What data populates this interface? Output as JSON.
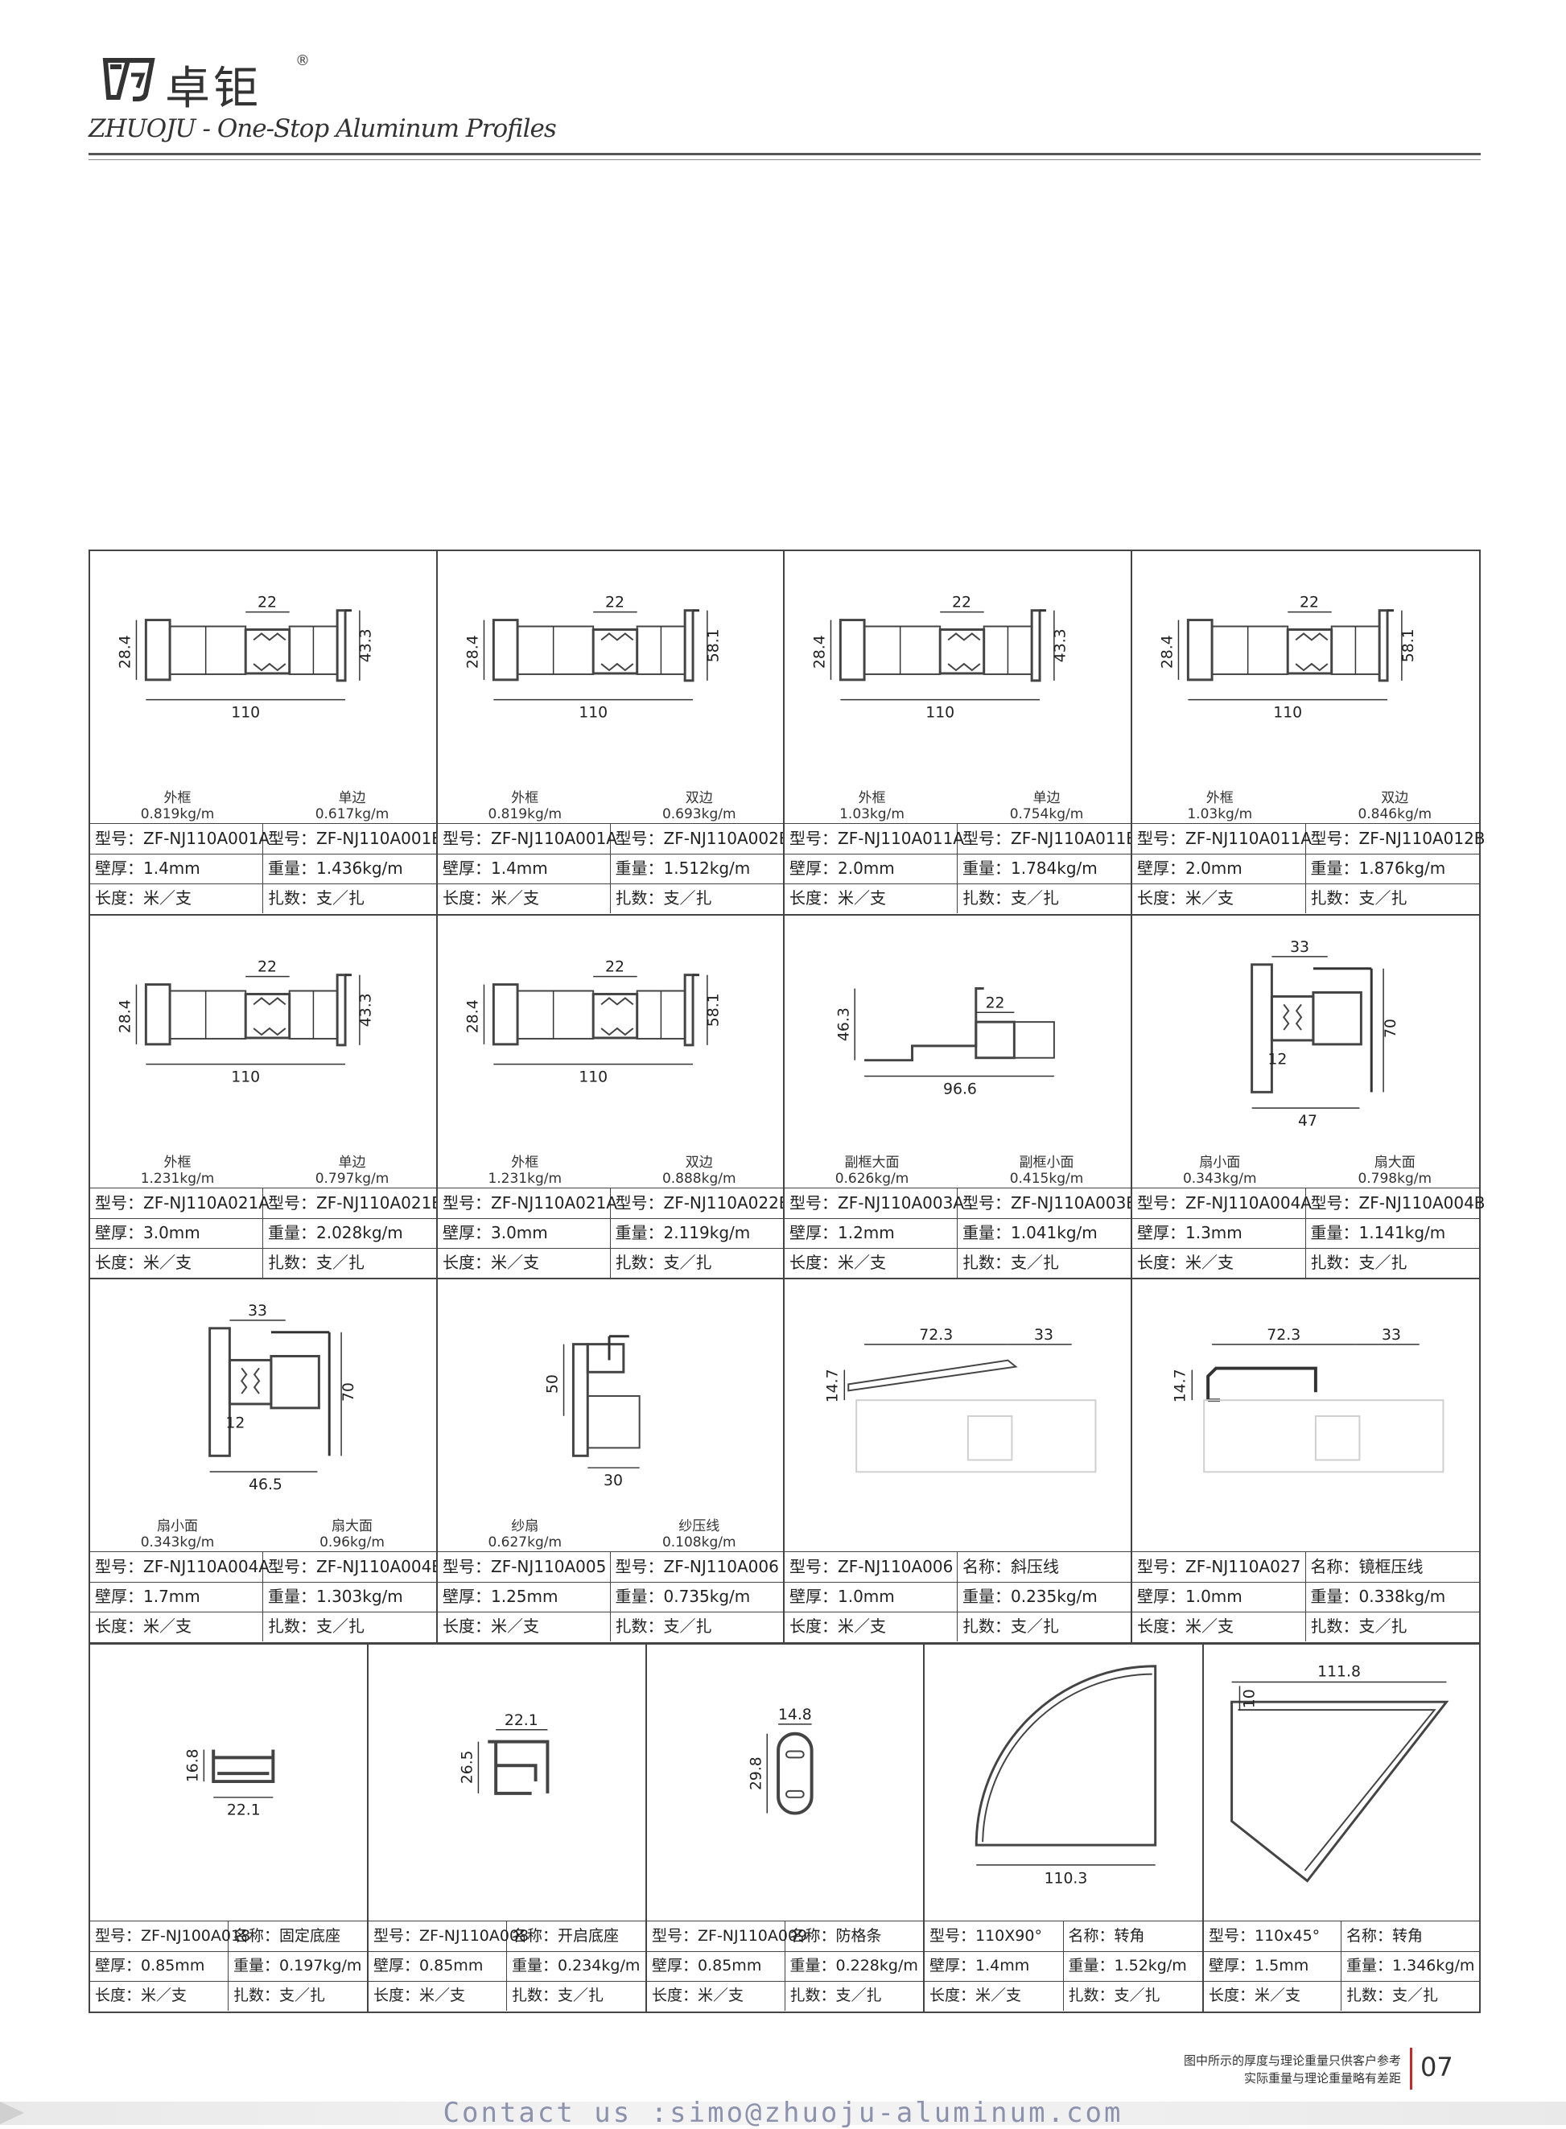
{
  "header": {
    "brand": "卓钜",
    "registered": "®",
    "tagline": "ZHUOJU - One-Stop Aluminum Profiles"
  },
  "rows": [
    [
      {
        "dims": {
          "top": "22",
          "left": "28.4",
          "right": "43.3",
          "bottom": "110"
        },
        "weights": [
          {
            "label": "外框",
            "value": "0.819kg/m"
          },
          {
            "label": "单边",
            "value": "0.617kg/m"
          }
        ],
        "spec": [
          [
            "型号：ZF-NJ110A001A",
            "型号：ZF-NJ110A001B"
          ],
          [
            "壁厚：1.4mm",
            "重量：1.436kg/m"
          ],
          [
            "长度：米／支",
            "扎数：支／扎"
          ]
        ]
      },
      {
        "dims": {
          "top": "22",
          "left": "28.4",
          "right": "58.1",
          "bottom": "110"
        },
        "weights": [
          {
            "label": "外框",
            "value": "0.819kg/m"
          },
          {
            "label": "双边",
            "value": "0.693kg/m"
          }
        ],
        "spec": [
          [
            "型号：ZF-NJ110A001A",
            "型号：ZF-NJ110A002B"
          ],
          [
            "壁厚：1.4mm",
            "重量：1.512kg/m"
          ],
          [
            "长度：米／支",
            "扎数：支／扎"
          ]
        ]
      },
      {
        "dims": {
          "top": "22",
          "left": "28.4",
          "right": "43.3",
          "bottom": "110"
        },
        "weights": [
          {
            "label": "外框",
            "value": "1.03kg/m"
          },
          {
            "label": "单边",
            "value": "0.754kg/m"
          }
        ],
        "spec": [
          [
            "型号：ZF-NJ110A011A",
            "型号：ZF-NJ110A011B"
          ],
          [
            "壁厚：2.0mm",
            "重量：1.784kg/m"
          ],
          [
            "长度：米／支",
            "扎数：支／扎"
          ]
        ]
      },
      {
        "dims": {
          "top": "22",
          "left": "28.4",
          "right": "58.1",
          "bottom": "110"
        },
        "weights": [
          {
            "label": "外框",
            "value": "1.03kg/m"
          },
          {
            "label": "双边",
            "value": "0.846kg/m"
          }
        ],
        "spec": [
          [
            "型号：ZF-NJ110A011A",
            "型号：ZF-NJ110A012B"
          ],
          [
            "壁厚：2.0mm",
            "重量：1.876kg/m"
          ],
          [
            "长度：米／支",
            "扎数：支／扎"
          ]
        ]
      }
    ],
    [
      {
        "dims": {
          "top": "22",
          "left": "28.4",
          "right": "43.3",
          "bottom": "110"
        },
        "weights": [
          {
            "label": "外框",
            "value": "1.231kg/m"
          },
          {
            "label": "单边",
            "value": "0.797kg/m"
          }
        ],
        "spec": [
          [
            "型号：ZF-NJ110A021A",
            "型号：ZF-NJ110A021B"
          ],
          [
            "壁厚：3.0mm",
            "重量：2.028kg/m"
          ],
          [
            "长度：米／支",
            "扎数：支／扎"
          ]
        ]
      },
      {
        "dims": {
          "top": "22",
          "left": "28.4",
          "right": "58.1",
          "bottom": "110"
        },
        "weights": [
          {
            "label": "外框",
            "value": "1.231kg/m"
          },
          {
            "label": "双边",
            "value": "0.888kg/m"
          }
        ],
        "spec": [
          [
            "型号：ZF-NJ110A021A",
            "型号：ZF-NJ110A022B"
          ],
          [
            "壁厚：3.0mm",
            "重量：2.119kg/m"
          ],
          [
            "长度：米／支",
            "扎数：支／扎"
          ]
        ]
      },
      {
        "dims": {
          "top": "22",
          "left": "46.3",
          "bottom": "96.6"
        },
        "weights": [
          {
            "label": "副框大面",
            "value": "0.626kg/m"
          },
          {
            "label": "副框小面",
            "value": "0.415kg/m"
          }
        ],
        "spec": [
          [
            "型号：ZF-NJ110A003A",
            "型号：ZF-NJ110A003B"
          ],
          [
            "壁厚：1.2mm",
            "重量：1.041kg/m"
          ],
          [
            "长度：米／支",
            "扎数：支／扎"
          ]
        ]
      },
      {
        "dims": {
          "top": "33",
          "right": "70",
          "inner": "12",
          "bottom": "47"
        },
        "weights": [
          {
            "label": "扇小面",
            "value": "0.343kg/m"
          },
          {
            "label": "扇大面",
            "value": "0.798kg/m"
          }
        ],
        "spec": [
          [
            "型号：ZF-NJ110A004A",
            "型号：ZF-NJ110A004B"
          ],
          [
            "壁厚：1.3mm",
            "重量：1.141kg/m"
          ],
          [
            "长度：米／支",
            "扎数：支／扎"
          ]
        ]
      }
    ],
    [
      {
        "dims": {
          "top": "33",
          "right": "70",
          "inner": "12",
          "bottom": "46.5"
        },
        "weights": [
          {
            "label": "扇小面",
            "value": "0.343kg/m"
          },
          {
            "label": "扇大面",
            "value": "0.96kg/m"
          }
        ],
        "spec": [
          [
            "型号：ZF-NJ110A004A",
            "型号：ZF-NJ110A004B"
          ],
          [
            "壁厚：1.7mm",
            "重量：1.303kg/m"
          ],
          [
            "长度：米／支",
            "扎数：支／扎"
          ]
        ]
      },
      {
        "dims": {
          "left": "50",
          "bottom": "30"
        },
        "weights": [
          {
            "label": "纱扇",
            "value": "0.627kg/m"
          },
          {
            "label": "纱压线",
            "value": "0.108kg/m"
          }
        ],
        "spec": [
          [
            "型号：ZF-NJ110A005",
            "型号：ZF-NJ110A006"
          ],
          [
            "壁厚：1.25mm",
            "重量：0.735kg/m"
          ],
          [
            "长度：米／支",
            "扎数：支／扎"
          ]
        ]
      },
      {
        "dims": {
          "top": "72.3",
          "top2": "33",
          "left": "14.7"
        },
        "weights": [],
        "spec": [
          [
            "型号：ZF-NJ110A006",
            "名称：斜压线"
          ],
          [
            "壁厚：1.0mm",
            "重量：0.235kg/m"
          ],
          [
            "长度：米／支",
            "扎数：支／扎"
          ]
        ]
      },
      {
        "dims": {
          "top": "72.3",
          "top2": "33",
          "left": "14.7"
        },
        "weights": [],
        "spec": [
          [
            "型号：ZF-NJ110A027",
            "名称：镜框压线"
          ],
          [
            "壁厚：1.0mm",
            "重量：0.338kg/m"
          ],
          [
            "长度：米／支",
            "扎数：支／扎"
          ]
        ]
      }
    ],
    [
      {
        "dims": {
          "left": "16.8",
          "bottom": "22.1"
        },
        "spec": [
          [
            "型号：ZF-NJ100A018",
            "名称：固定底座"
          ],
          [
            "壁厚：0.85mm",
            "重量：0.197kg/m"
          ],
          [
            "长度：米／支",
            "扎数：支／扎"
          ]
        ]
      },
      {
        "dims": {
          "top": "22.1",
          "left": "26.5"
        },
        "spec": [
          [
            "型号：ZF-NJ110A008",
            "名称：开启底座"
          ],
          [
            "壁厚：0.85mm",
            "重量：0.234kg/m"
          ],
          [
            "长度：米／支",
            "扎数：支／扎"
          ]
        ]
      },
      {
        "dims": {
          "top": "14.8",
          "left": "29.8"
        },
        "spec": [
          [
            "型号：ZF-NJ110A009",
            "名称：防格条"
          ],
          [
            "壁厚：0.85mm",
            "重量：0.228kg/m"
          ],
          [
            "长度：米／支",
            "扎数：支／扎"
          ]
        ]
      },
      {
        "dims": {
          "bottom": "110.3"
        },
        "spec": [
          [
            "型号：110X90°",
            "名称：转角"
          ],
          [
            "壁厚：1.4mm",
            "重量：1.52kg/m"
          ],
          [
            "长度：米／支",
            "扎数：支／扎"
          ]
        ]
      },
      {
        "dims": {
          "top": "111.8",
          "left": "10"
        },
        "spec": [
          [
            "型号：110x45°",
            "名称：转角"
          ],
          [
            "壁厚：1.5mm",
            "重量：1.346kg/m"
          ],
          [
            "长度：米／支",
            "扎数：支／扎"
          ]
        ]
      }
    ]
  ],
  "footer": {
    "note_line1": "图中所示的厚度与理论重量只供客户参考",
    "note_line2": "实际重量与理论重量略有差距",
    "page": "07",
    "contact": "Contact us :simo@zhuoju-aluminum.com"
  }
}
